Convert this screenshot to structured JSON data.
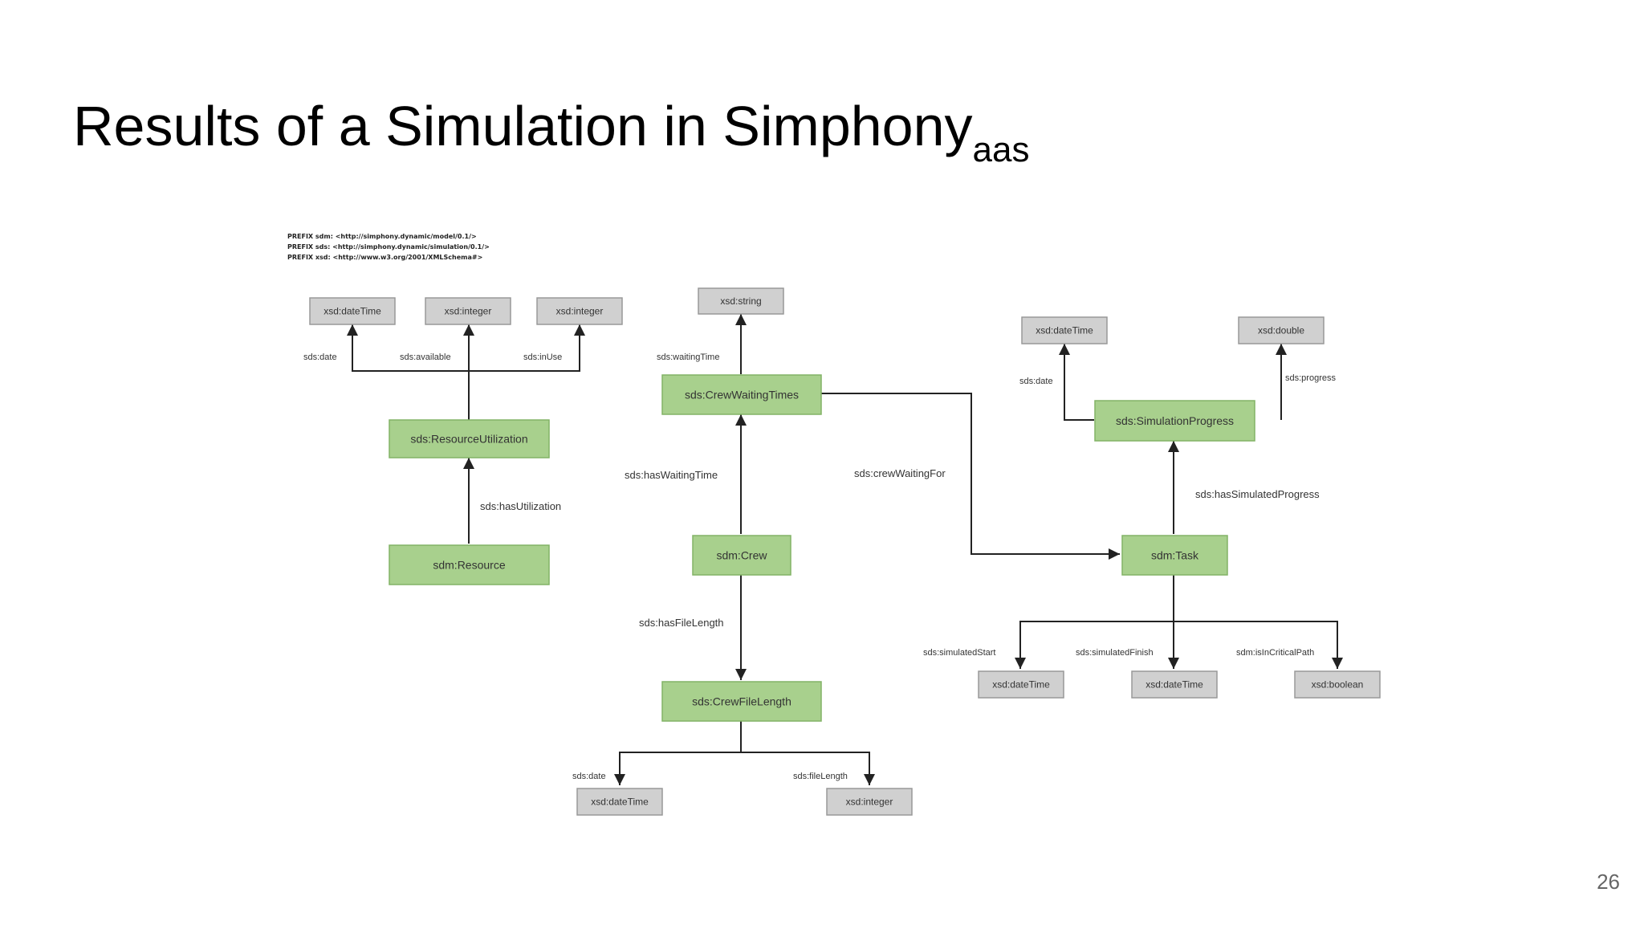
{
  "slide": {
    "title": "Results of a Simulation in Simphony",
    "title_subscript": "aas",
    "page_number": "26"
  },
  "diagram": {
    "prefixes": [
      "PREFIX sdm: <http://simphony.dynamic/model/0.1/>",
      "PREFIX sds: <http://simphony.dynamic/simulation/0.1/>",
      "PREFIX xsd: <http://www.w3.org/2001/XMLSchema#>"
    ],
    "classes": {
      "resource_utilization": "sds:ResourceUtilization",
      "resource": "sdm:Resource",
      "crew_waiting_times": "sds:CrewWaitingTimes",
      "crew": "sdm:Crew",
      "crew_file_length": "sds:CrewFileLength",
      "simulation_progress": "sds:SimulationProgress",
      "task": "sdm:Task"
    },
    "literals": {
      "ru_date": "xsd:dateTime",
      "ru_available": "xsd:integer",
      "ru_in_use": "xsd:integer",
      "cwt_waiting": "xsd:string",
      "sp_date": "xsd:dateTime",
      "sp_progress": "xsd:double",
      "task_start": "xsd:dateTime",
      "task_finish": "xsd:dateTime",
      "task_critical": "xsd:boolean",
      "cfl_date": "xsd:dateTime",
      "cfl_length": "xsd:integer"
    },
    "edges": {
      "ru_date": "sds:date",
      "ru_available": "sds:available",
      "ru_in_use": "sds:inUse",
      "has_utilization": "sds:hasUtilization",
      "waiting_time": "sds:waitingTime",
      "has_waiting_time": "sds:hasWaitingTime",
      "crew_waiting_for": "sds:crewWaitingFor",
      "has_file_length": "sds:hasFileLength",
      "cfl_date": "sds:date",
      "cfl_length": "sds:fileLength",
      "sp_date": "sds:date",
      "sp_progress": "sds:progress",
      "has_simulated_progress": "sds:hasSimulatedProgress",
      "simulated_start": "sds:simulatedStart",
      "simulated_finish": "sds:simulatedFinish",
      "is_in_critical_path": "sdm:isInCriticalPath"
    }
  }
}
